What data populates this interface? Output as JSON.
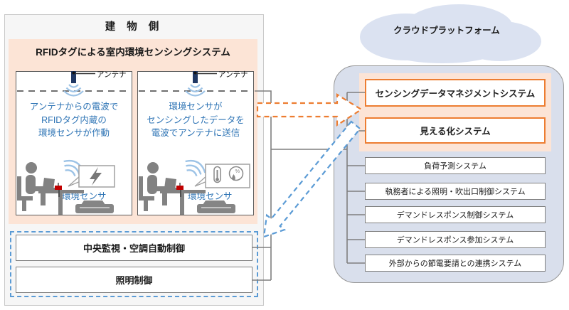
{
  "colors": {
    "accent_orange": "#ED7D31",
    "accent_blue_dashed": "#5B9BD5",
    "peach_fill": "#FCE4D6",
    "cloud_fill": "#DBE2F1",
    "cloud_panel_fill": "#D9DFEC",
    "panel_text_blue": "#2E74B5",
    "connector_gray": "#7F7F7F",
    "antenna_navy": "#203864",
    "sensor_red": "#C00000"
  },
  "building": {
    "title": "建 物 側",
    "rfid_system": {
      "title": "RFIDタグによる室内環境センシングシステム",
      "panels": [
        {
          "antenna_label": "アンテナ",
          "lines": [
            "アンテナからの電波で",
            "RFIDタグ内蔵の",
            "環境センサが作動"
          ],
          "sensor_label": "環境センサ",
          "bubble_icon": "lightning"
        },
        {
          "antenna_label": "アンテナ",
          "lines": [
            "環境センサが",
            "センシングしたデータを",
            "電波でアンテナに送信"
          ],
          "sensor_label": "環境センサ",
          "bubble_icon": "thermometer-humidity"
        }
      ]
    },
    "control_systems": [
      "中央監視・空調自動制御",
      "照明制御"
    ]
  },
  "cloud": {
    "title": "クラウドプラットフォーム",
    "highlighted_systems": [
      "センシングデータマネジメントシステム",
      "見える化システム"
    ],
    "systems": [
      "負荷予測システム",
      "執務者による照明・吹出口制御システム",
      "デマンドレスポンス制御システム",
      "デマンドレスポンス参加システム",
      "外部からの節電要請との連携システム"
    ]
  }
}
